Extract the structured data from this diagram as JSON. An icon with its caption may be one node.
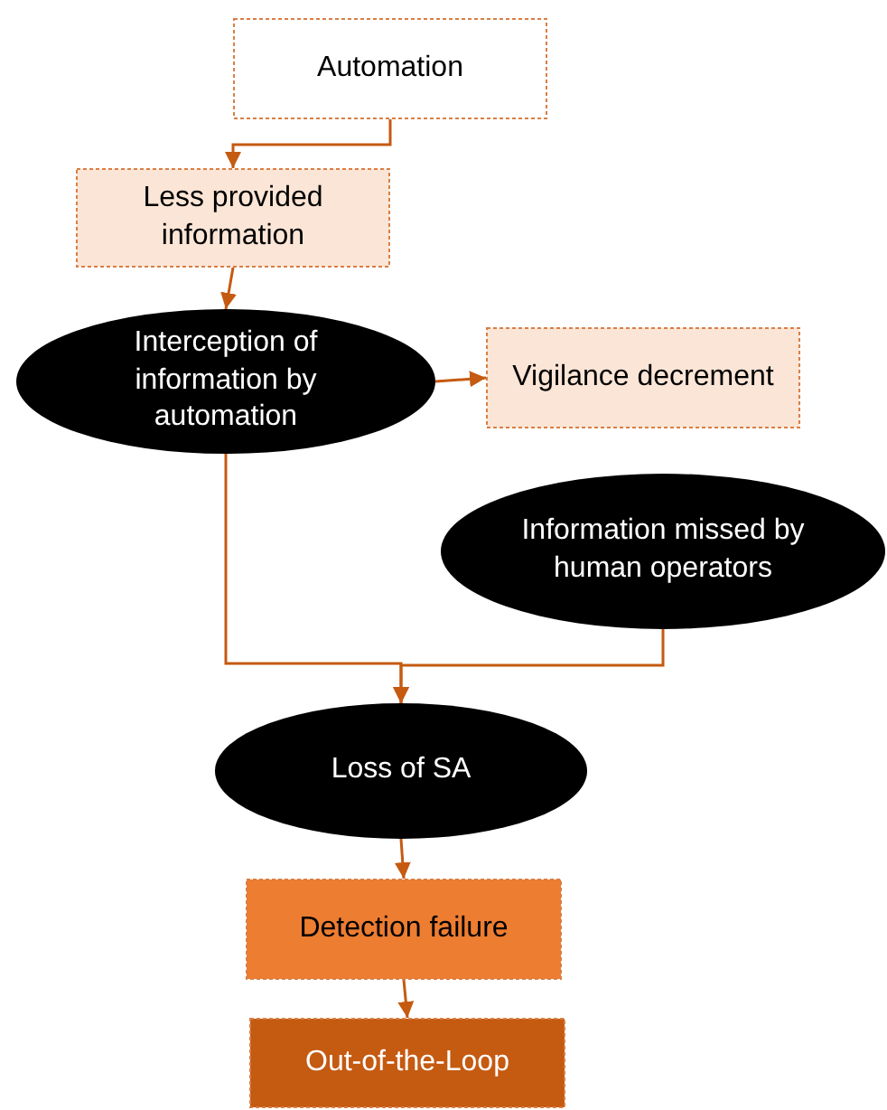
{
  "diagram": {
    "nodes": [
      {
        "text": [
          "Automation"
        ]
      },
      {
        "text": [
          "Less provided information"
        ]
      },
      {
        "text": [
          "Interception of information by automation"
        ]
      },
      {
        "text": [
          "Vigilance decrement"
        ]
      },
      {
        "text": [
          "Information missed by human operators"
        ]
      },
      {
        "text": [
          "Loss of SA"
        ]
      },
      {
        "text": [
          "Detection failure"
        ]
      },
      {
        "text": [
          "Out-of-the-Loop"
        ]
      }
    ],
    "edges": [
      {
        "from": 0,
        "to": 1,
        "arrow": "to"
      },
      {
        "from": 1,
        "to": 2,
        "arrow": "to"
      },
      {
        "from": 2,
        "to": 3,
        "arrow": "to"
      },
      {
        "from": 2,
        "to": 5,
        "arrow": "to"
      },
      {
        "from": 4,
        "to": 5,
        "arrow": "to"
      },
      {
        "from": 5,
        "to": 6,
        "arrow": "to"
      },
      {
        "from": 6,
        "to": 7,
        "arrow": "to"
      }
    ]
  }
}
